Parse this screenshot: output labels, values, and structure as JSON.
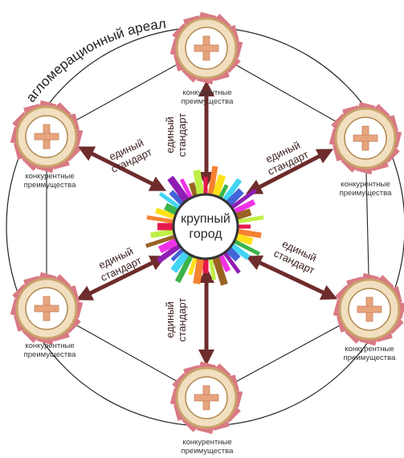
{
  "areal_label": "агломерационный ареал",
  "center": {
    "line1": "крупный",
    "line2": "город"
  },
  "arrow_label": {
    "line1": "единый",
    "line2": "стандарт"
  },
  "satellites": [
    {
      "id": "top",
      "line1": "конкурентные",
      "line2": "преимущества"
    },
    {
      "id": "upper-left",
      "line1": "конкурентные",
      "line2": "преимущества"
    },
    {
      "id": "upper-right",
      "line1": "конкурентные",
      "line2": "преимущества"
    },
    {
      "id": "lower-left",
      "line1": "конкурентные",
      "line2": "преимущества"
    },
    {
      "id": "lower-right",
      "line1": "конкурентные",
      "line2": "преимущества"
    },
    {
      "id": "bottom",
      "line1": "конкурентные",
      "line2": "преимущества"
    }
  ],
  "colors": {
    "arrow": "#6e2c2c",
    "petal": "#d97a84",
    "ring": "#c9a36a",
    "plus": "#e7a47d",
    "ray_palette": [
      "#e6194b",
      "#f58231",
      "#ffe119",
      "#3cb44b",
      "#42d4f4",
      "#4363d8",
      "#911eb4",
      "#f032e6",
      "#9a6324",
      "#bfef45"
    ]
  }
}
